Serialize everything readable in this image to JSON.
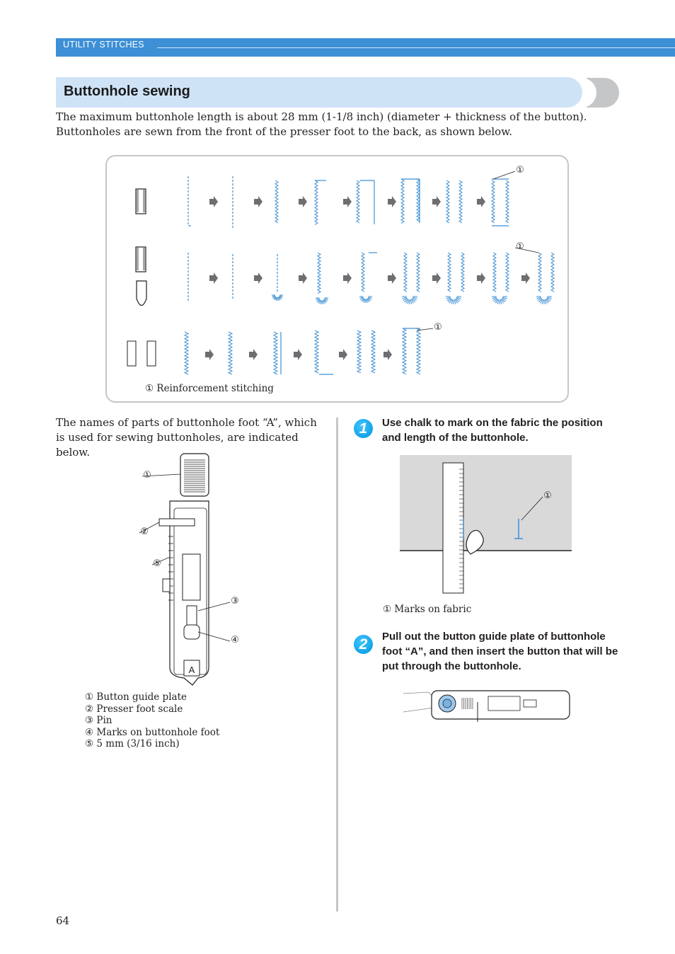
{
  "header": {
    "section": "UTILITY STITCHES"
  },
  "title": "Buttonhole sewing",
  "intro": "The maximum buttonhole length is about 28 mm (1-1/8 inch) (diameter + thickness of the button). Buttonholes are sewn from the front of the presser foot to the back, as shown below.",
  "figure": {
    "marker": "①",
    "caption_marker": "①",
    "caption": "Reinforcement stitching"
  },
  "foot": {
    "intro": "The names of parts of buttonhole foot “A”, which is used for sewing buttonholes, are indicated below.",
    "markers": [
      "①",
      "②",
      "⑤",
      "③",
      "④"
    ],
    "letter": "A",
    "legend": [
      {
        "n": "①",
        "text": "Button guide plate"
      },
      {
        "n": "②",
        "text": "Presser foot scale"
      },
      {
        "n": "③",
        "text": "Pin"
      },
      {
        "n": "④",
        "text": "Marks on buttonhole foot"
      },
      {
        "n": "⑤",
        "text": "5 mm (3/16 inch)"
      }
    ]
  },
  "steps": [
    {
      "num": "1",
      "text": "Use chalk to mark on the fabric the position and length of the buttonhole."
    },
    {
      "num": "2",
      "text": "Pull out the button guide plate of buttonhole foot “A”, and then insert the button that will be put through the buttonhole."
    }
  ],
  "fabric": {
    "marker": "①",
    "caption_marker": "①",
    "caption": "Marks on fabric"
  },
  "page_number": "64",
  "colors": {
    "accent": "#3d8fd6",
    "title_bg": "#cfe3f7",
    "stitch": "#3b8fd4"
  }
}
